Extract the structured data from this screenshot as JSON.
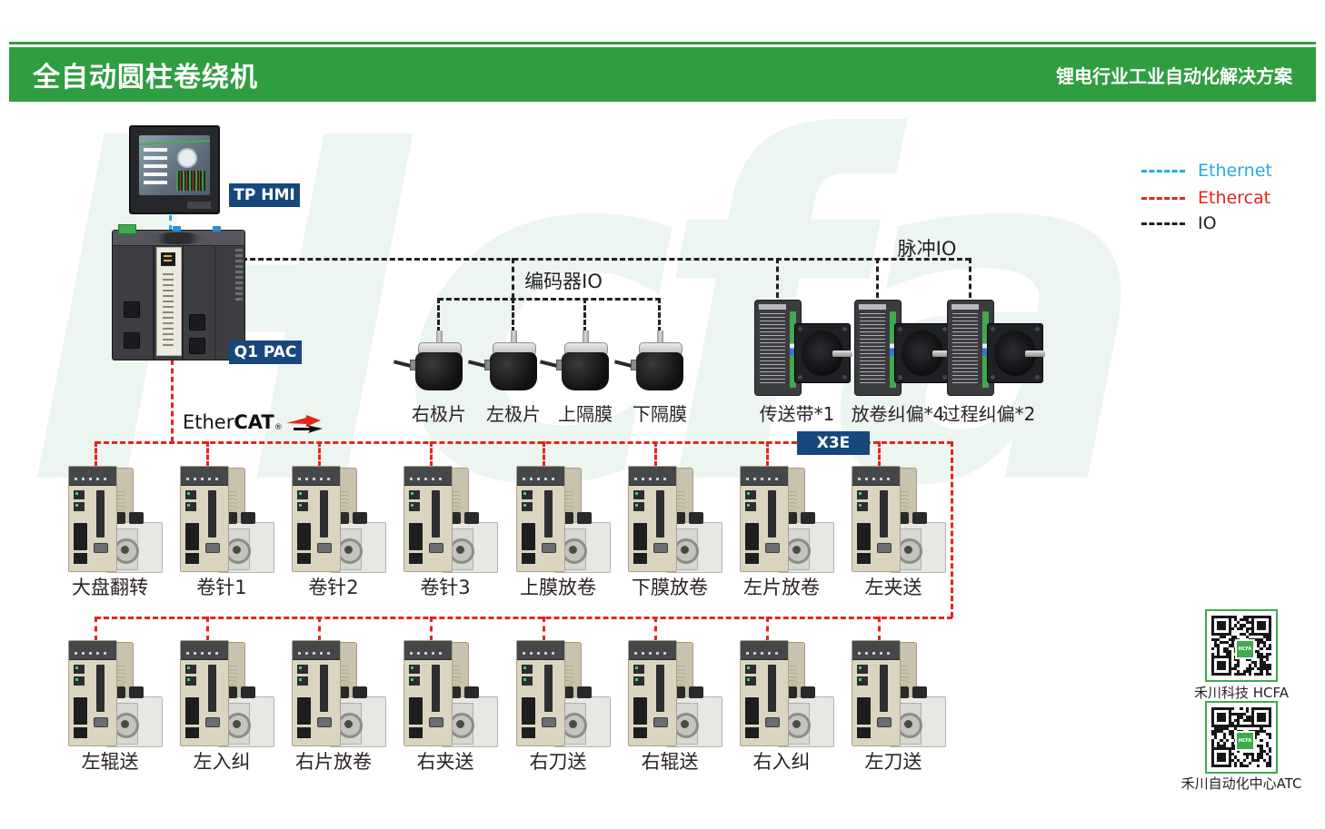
{
  "header": {
    "title": "全自动圆柱卷绕机",
    "subtitle": "锂电行业工业自动化解决方案"
  },
  "legend": {
    "items": [
      {
        "name": "Ethernet",
        "color": "#29abe2"
      },
      {
        "name": "Ethercat",
        "color": "#e8231a"
      },
      {
        "name": "IO",
        "color": "#231f20"
      }
    ]
  },
  "watermark": "Hcfa",
  "controller": {
    "hmi_tag": "TP HMI",
    "pac_tag": "Q1 PAC",
    "ethercat_logo_text1": "Ether",
    "ethercat_logo_text2": "CAT",
    "ethercat_logo_reg": "®",
    "x3e_tag": "X3E"
  },
  "io": {
    "encoder_group": {
      "title": "编码器IO",
      "items": [
        "右极片",
        "左极片",
        "上隔膜",
        "下隔膜"
      ]
    },
    "pulse_group": {
      "title": "脉冲IO",
      "items": [
        "传送带*1",
        "放卷纠偏*4",
        "过程纠偏*2"
      ]
    }
  },
  "servo_axes": {
    "row1": [
      "大盘翻转",
      "卷针1",
      "卷针2",
      "卷针3",
      "上膜放卷",
      "下膜放卷",
      "左片放卷",
      "左夹送"
    ],
    "row2": [
      "左辊送",
      "左入纠",
      "右片放卷",
      "右夹送",
      "右刀送",
      "右辊送",
      "右入纠",
      "左刀送"
    ]
  },
  "qr_codes": [
    {
      "label": "禾川科技 HCFA"
    },
    {
      "label": "禾川自动化中心ATC"
    }
  ],
  "colors": {
    "header_green": "#2f9e41",
    "tag_navy": "#17477c",
    "ethernet_blue": "#29abe2",
    "ethercat_red": "#e8231a",
    "io_black": "#231f20",
    "qr_green": "#3faa4e"
  }
}
